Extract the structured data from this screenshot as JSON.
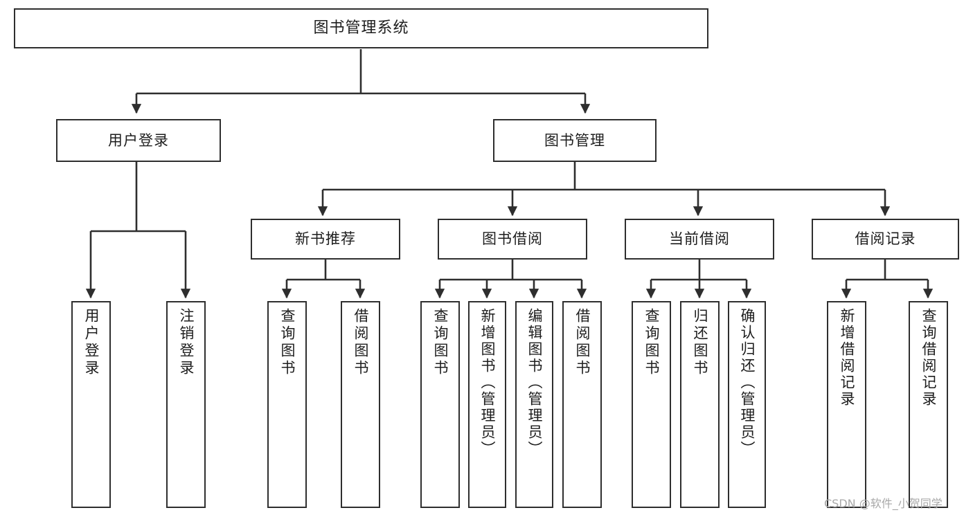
{
  "diagram": {
    "title": "图书管理系统",
    "type": "tree",
    "orientation": "top-down",
    "colors": {
      "box_border": "#2e2e2e",
      "box_fill": "#ffffff",
      "edge": "#2e2e2e",
      "text": "#1d1d1d",
      "watermark": "#a8a8a8",
      "background": "#ffffff"
    },
    "root": {
      "id": "root",
      "label": "图书管理系统"
    },
    "level2": [
      {
        "id": "user-login",
        "label": "用户登录"
      },
      {
        "id": "book-manage",
        "label": "图书管理"
      }
    ],
    "level3": [
      {
        "id": "new-book-recommend",
        "label": "新书推荐"
      },
      {
        "id": "book-borrow",
        "label": "图书借阅"
      },
      {
        "id": "current-borrow",
        "label": "当前借阅"
      },
      {
        "id": "borrow-record",
        "label": "借阅记录"
      }
    ],
    "leaves": {
      "user_login": [
        {
          "id": "leaf-user-login",
          "label": "用户登录"
        },
        {
          "id": "leaf-logout-login",
          "label": "注销登录"
        }
      ],
      "new_book_recommend": [
        {
          "id": "leaf-query-book-1",
          "label": "查询图书"
        },
        {
          "id": "leaf-borrow-book-1",
          "label": "借阅图书"
        }
      ],
      "book_borrow": [
        {
          "id": "leaf-query-book-2",
          "label": "查询图书"
        },
        {
          "id": "leaf-add-book",
          "label": "新增图书（管理员）"
        },
        {
          "id": "leaf-edit-book",
          "label": "编辑图书（管理员）"
        },
        {
          "id": "leaf-borrow-book-2",
          "label": "借阅图书"
        }
      ],
      "current_borrow": [
        {
          "id": "leaf-query-book-3",
          "label": "查询图书"
        },
        {
          "id": "leaf-return-book",
          "label": "归还图书"
        },
        {
          "id": "leaf-confirm-return",
          "label": "确认归还（管理员）"
        }
      ],
      "borrow_record": [
        {
          "id": "leaf-add-record",
          "label": "新增借阅记录"
        },
        {
          "id": "leaf-query-record",
          "label": "查询借阅记录"
        }
      ]
    }
  },
  "watermark": {
    "text": "CSDN @软件_小贺同学"
  }
}
